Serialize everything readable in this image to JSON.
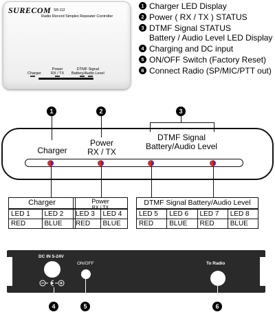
{
  "device": {
    "brand": "SURECOM",
    "model": "SR-112",
    "subtitle": "Radio Record Simplex Repeater Controller",
    "labels": {
      "charger": "Charger",
      "power_line1": "Power",
      "power_line2": "RX / TX",
      "dtmf_line1": "DTMF Signal",
      "dtmf_line2": "Battery/Audio Level"
    }
  },
  "legend": [
    {
      "num": "1",
      "lines": [
        "Charger LED Display"
      ]
    },
    {
      "num": "2",
      "lines": [
        "Power ( RX / TX ) STATUS"
      ]
    },
    {
      "num": "3",
      "lines": [
        "DTMF Signal STATUS",
        "Battery / Audio Level LED Display"
      ]
    },
    {
      "num": "4",
      "lines": [
        "Charging and DC input"
      ]
    },
    {
      "num": "5",
      "lines": [
        "ON/OFF Switch (Factory Reset)"
      ]
    },
    {
      "num": "6",
      "lines": [
        "Connect  Radio (SP/MIC/PTT out)"
      ]
    }
  ],
  "front_panel": {
    "charger": "Charger",
    "power_line1": "Power",
    "power_line2": "RX / TX",
    "dtmf_line1": "DTMF Signal",
    "dtmf_line2": "Battery/Audio Level",
    "callouts": [
      "1",
      "2",
      "3"
    ],
    "led_colors": {
      "red": "#e0282c",
      "blue": "#1a3fc4"
    }
  },
  "tables": {
    "charger": {
      "title": "Charger",
      "rows": [
        [
          "LED 1",
          "LED 2"
        ],
        [
          "RED",
          "BLUE"
        ]
      ]
    },
    "power": {
      "title": "Power",
      "subtitle": "RX / TX",
      "rows": [
        [
          "LED 3",
          "LED 4"
        ],
        [
          "RED",
          "BLUE"
        ]
      ]
    },
    "dtmf": {
      "title": "DTMF Signal Battery/Audio Level",
      "rows": [
        [
          "LED 5",
          "LED 6",
          "LED 7",
          "LED 8"
        ],
        [
          "RED",
          "BLUE",
          "RED",
          "BLUE"
        ]
      ]
    }
  },
  "rear_panel": {
    "dc_label": "DC IN 5-24V",
    "switch_label": "ON/OFF",
    "radio_label": "To Radio",
    "callouts": [
      "4",
      "5",
      "6"
    ]
  }
}
